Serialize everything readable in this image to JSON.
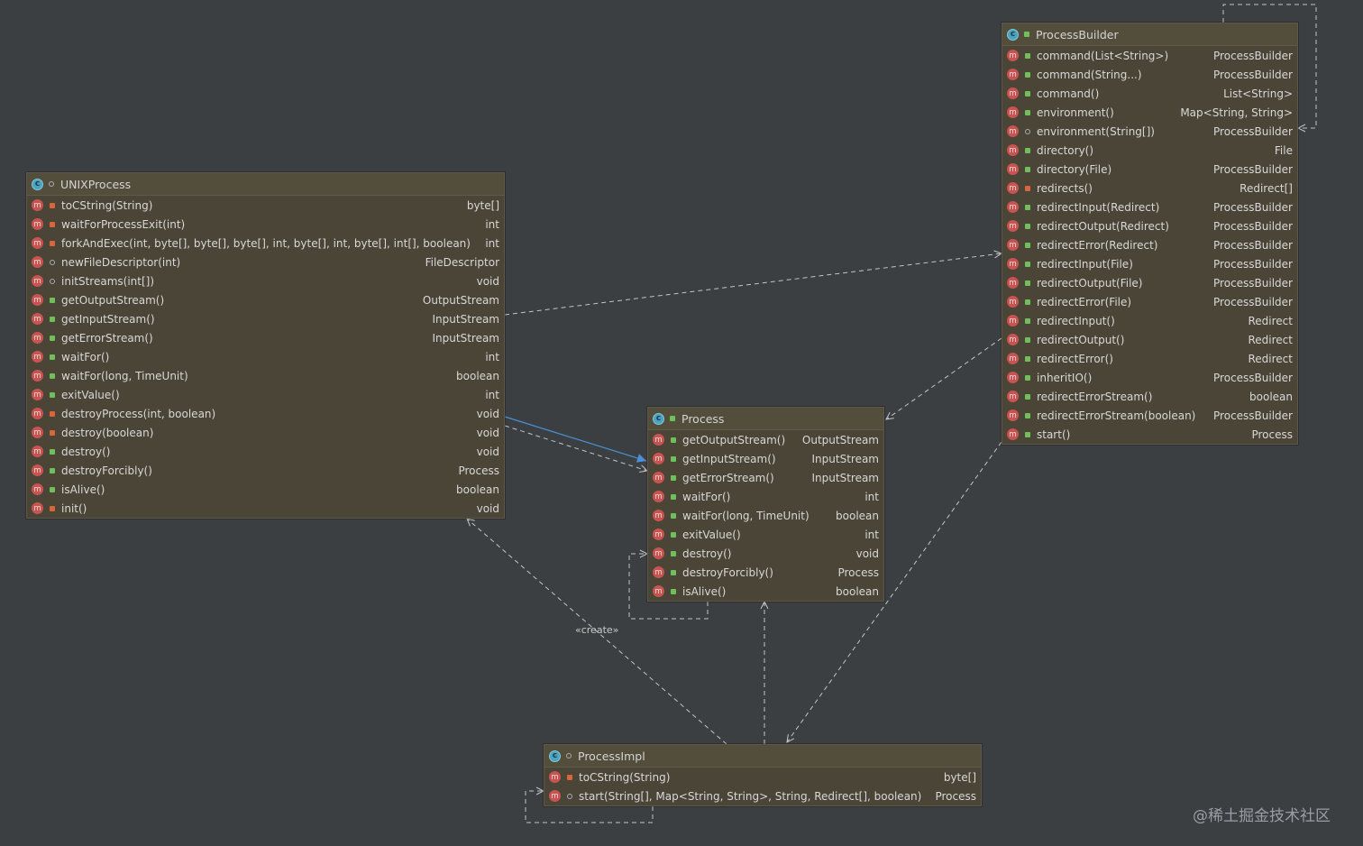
{
  "colors": {
    "background": "#3c3f41",
    "node_fill": "#4a4537",
    "method_icon": "#c75450",
    "class_icon": "#4aa3bf",
    "inherit_edge": "#4c8fd6",
    "dependency_edge": "#c4c4c4"
  },
  "icons": {
    "class": "class-icon",
    "method": "method-icon",
    "public": "public-visibility-icon",
    "private": "private-visibility-icon",
    "package": "package-visibility-icon"
  },
  "nodes": {
    "unix_process": {
      "title": "UNIXProcess",
      "visibility": "package",
      "methods": [
        {
          "name": "toCString(String)",
          "type": "byte[]",
          "vis": "private"
        },
        {
          "name": "waitForProcessExit(int)",
          "type": "int",
          "vis": "private"
        },
        {
          "name": "forkAndExec(int, byte[], byte[], byte[], int, byte[], int, byte[], int[], boolean)",
          "type": "int",
          "vis": "private"
        },
        {
          "name": "newFileDescriptor(int)",
          "type": "FileDescriptor",
          "vis": "package"
        },
        {
          "name": "initStreams(int[])",
          "type": "void",
          "vis": "package"
        },
        {
          "name": "getOutputStream()",
          "type": "OutputStream",
          "vis": "public"
        },
        {
          "name": "getInputStream()",
          "type": "InputStream",
          "vis": "public"
        },
        {
          "name": "getErrorStream()",
          "type": "InputStream",
          "vis": "public"
        },
        {
          "name": "waitFor()",
          "type": "int",
          "vis": "public"
        },
        {
          "name": "waitFor(long, TimeUnit)",
          "type": "boolean",
          "vis": "public"
        },
        {
          "name": "exitValue()",
          "type": "int",
          "vis": "public"
        },
        {
          "name": "destroyProcess(int, boolean)",
          "type": "void",
          "vis": "private"
        },
        {
          "name": "destroy(boolean)",
          "type": "void",
          "vis": "private"
        },
        {
          "name": "destroy()",
          "type": "void",
          "vis": "public"
        },
        {
          "name": "destroyForcibly()",
          "type": "Process",
          "vis": "public"
        },
        {
          "name": "isAlive()",
          "type": "boolean",
          "vis": "public"
        },
        {
          "name": "init()",
          "type": "void",
          "vis": "private"
        }
      ]
    },
    "process_builder": {
      "title": "ProcessBuilder",
      "visibility": "public",
      "methods": [
        {
          "name": "command(List<String>)",
          "type": "ProcessBuilder",
          "vis": "public"
        },
        {
          "name": "command(String...)",
          "type": "ProcessBuilder",
          "vis": "public"
        },
        {
          "name": "command()",
          "type": "List<String>",
          "vis": "public"
        },
        {
          "name": "environment()",
          "type": "Map<String, String>",
          "vis": "public"
        },
        {
          "name": "environment(String[])",
          "type": "ProcessBuilder",
          "vis": "package"
        },
        {
          "name": "directory()",
          "type": "File",
          "vis": "public"
        },
        {
          "name": "directory(File)",
          "type": "ProcessBuilder",
          "vis": "public"
        },
        {
          "name": "redirects()",
          "type": "Redirect[]",
          "vis": "private"
        },
        {
          "name": "redirectInput(Redirect)",
          "type": "ProcessBuilder",
          "vis": "public"
        },
        {
          "name": "redirectOutput(Redirect)",
          "type": "ProcessBuilder",
          "vis": "public"
        },
        {
          "name": "redirectError(Redirect)",
          "type": "ProcessBuilder",
          "vis": "public"
        },
        {
          "name": "redirectInput(File)",
          "type": "ProcessBuilder",
          "vis": "public"
        },
        {
          "name": "redirectOutput(File)",
          "type": "ProcessBuilder",
          "vis": "public"
        },
        {
          "name": "redirectError(File)",
          "type": "ProcessBuilder",
          "vis": "public"
        },
        {
          "name": "redirectInput()",
          "type": "Redirect",
          "vis": "public"
        },
        {
          "name": "redirectOutput()",
          "type": "Redirect",
          "vis": "public"
        },
        {
          "name": "redirectError()",
          "type": "Redirect",
          "vis": "public"
        },
        {
          "name": "inheritIO()",
          "type": "ProcessBuilder",
          "vis": "public"
        },
        {
          "name": "redirectErrorStream()",
          "type": "boolean",
          "vis": "public"
        },
        {
          "name": "redirectErrorStream(boolean)",
          "type": "ProcessBuilder",
          "vis": "public"
        },
        {
          "name": "start()",
          "type": "Process",
          "vis": "public"
        }
      ]
    },
    "process": {
      "title": "Process",
      "visibility": "public",
      "methods": [
        {
          "name": "getOutputStream()",
          "type": "OutputStream",
          "vis": "public"
        },
        {
          "name": "getInputStream()",
          "type": "InputStream",
          "vis": "public"
        },
        {
          "name": "getErrorStream()",
          "type": "InputStream",
          "vis": "public"
        },
        {
          "name": "waitFor()",
          "type": "int",
          "vis": "public"
        },
        {
          "name": "waitFor(long, TimeUnit)",
          "type": "boolean",
          "vis": "public"
        },
        {
          "name": "exitValue()",
          "type": "int",
          "vis": "public"
        },
        {
          "name": "destroy()",
          "type": "void",
          "vis": "public"
        },
        {
          "name": "destroyForcibly()",
          "type": "Process",
          "vis": "public"
        },
        {
          "name": "isAlive()",
          "type": "boolean",
          "vis": "public"
        }
      ]
    },
    "process_impl": {
      "title": "ProcessImpl",
      "visibility": "package",
      "methods": [
        {
          "name": "toCString(String)",
          "type": "byte[]",
          "vis": "private"
        },
        {
          "name": "start(String[], Map<String, String>, String, Redirect[], boolean)",
          "type": "Process",
          "vis": "package"
        }
      ]
    }
  },
  "edge_labels": {
    "create": "«create»"
  },
  "watermark": "@稀土掘金技术社区"
}
